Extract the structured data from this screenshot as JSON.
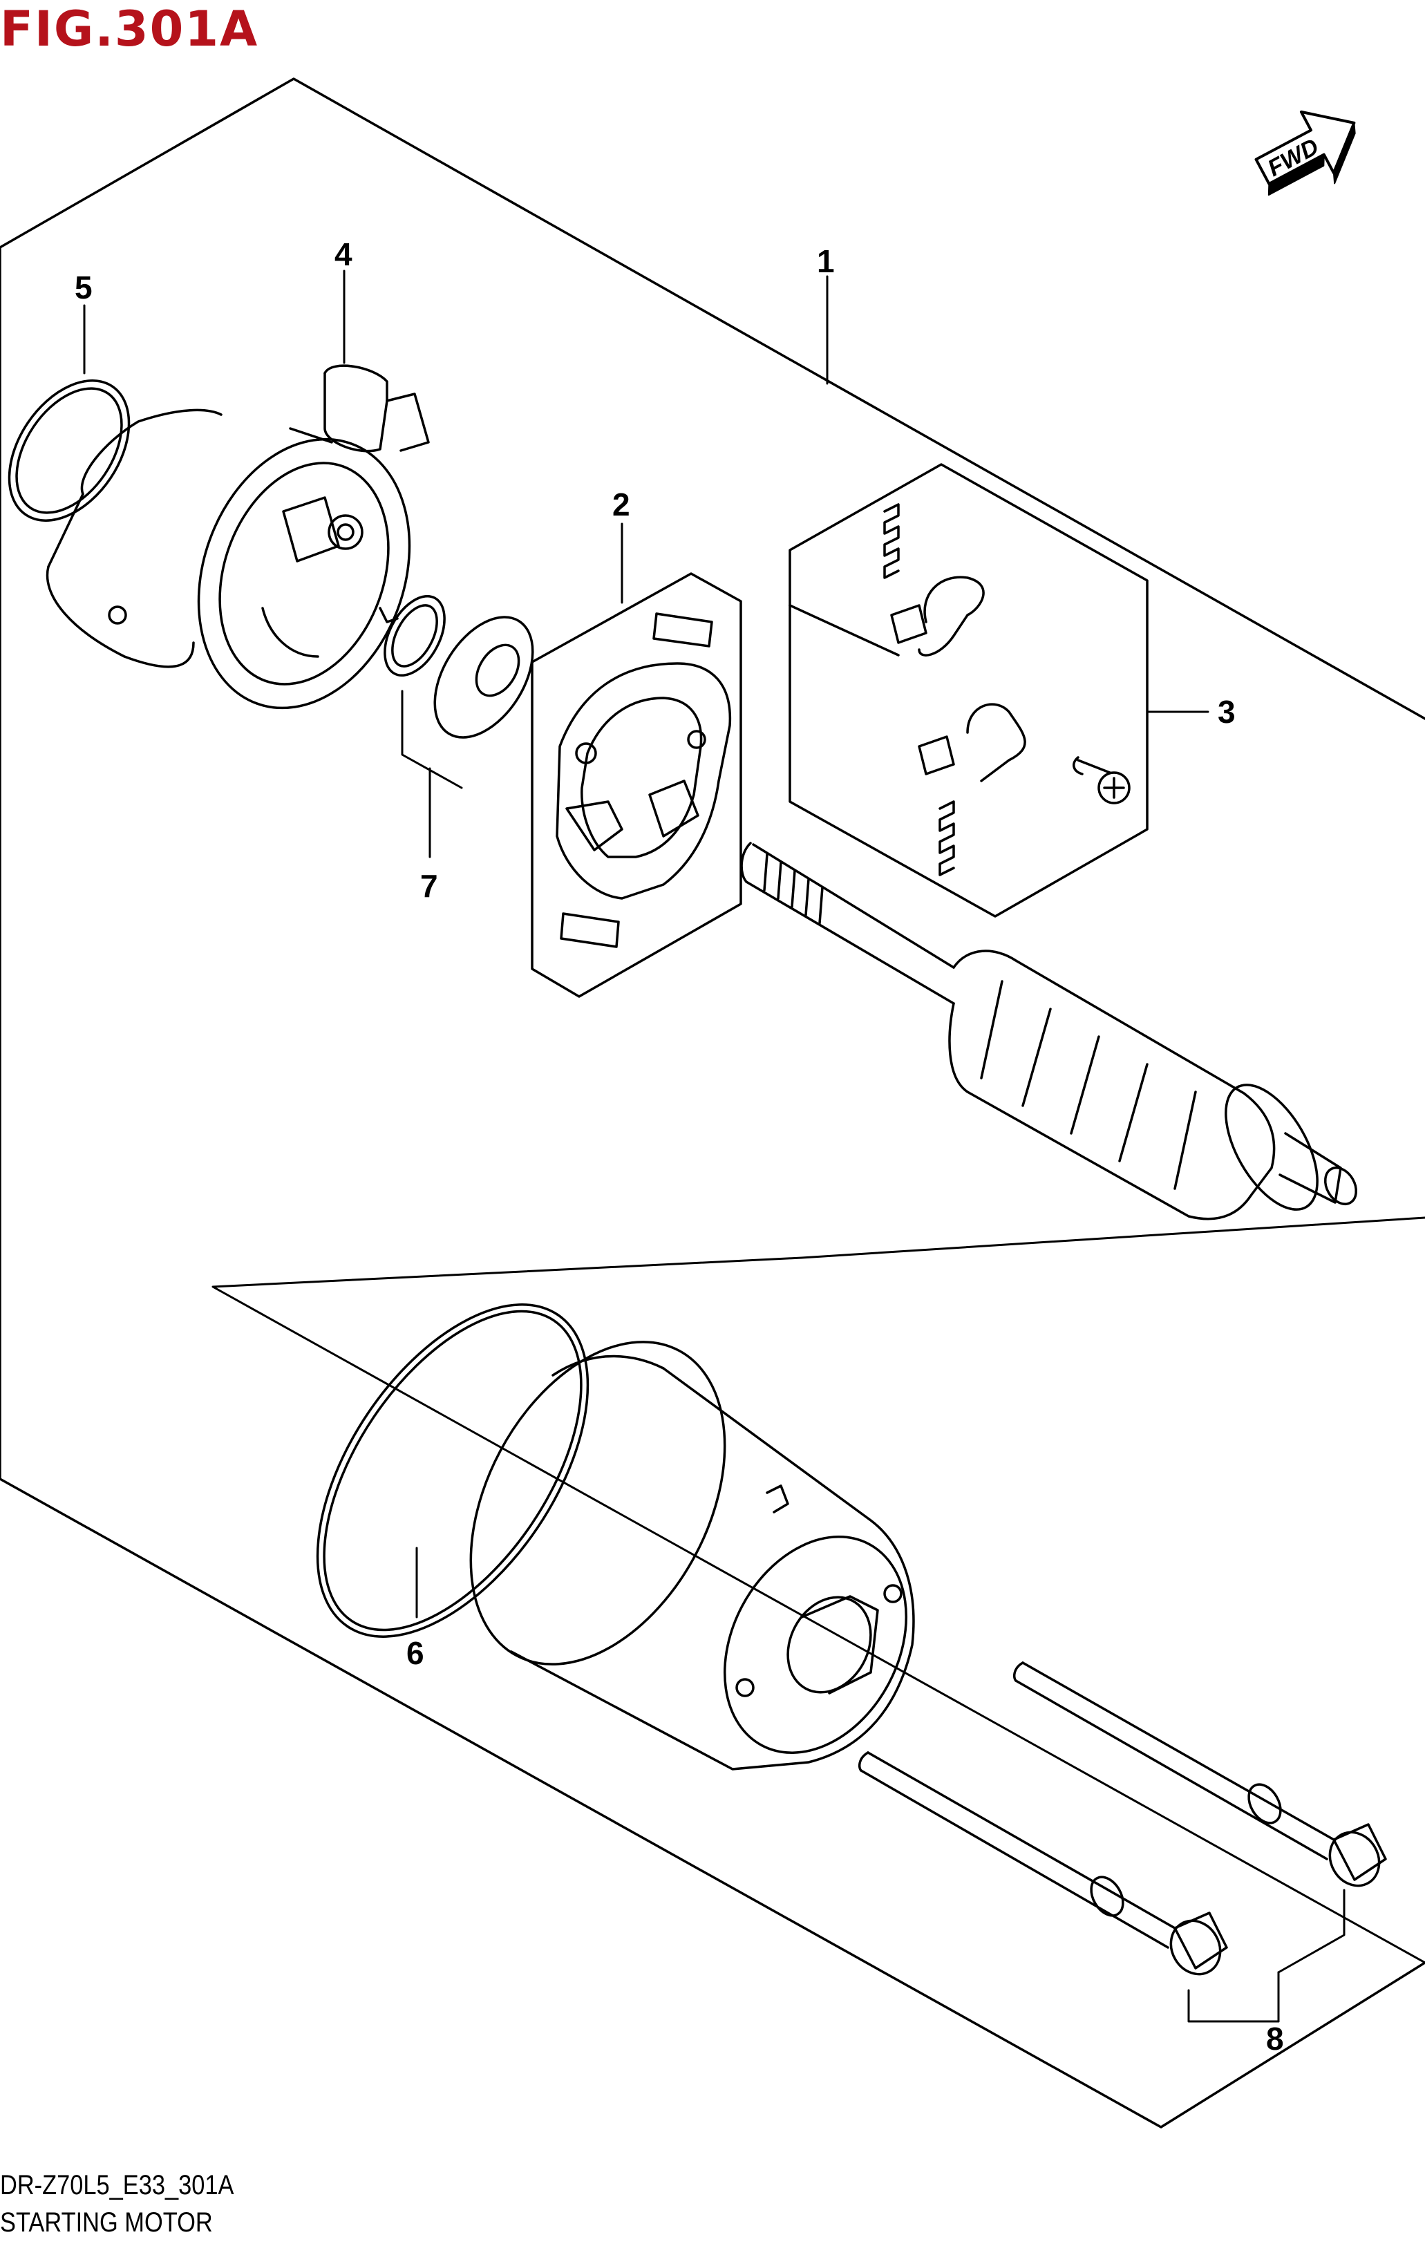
{
  "figure": {
    "title": "FIG.301A",
    "code": "DR-Z70L5_E33_301A",
    "name": "STARTING MOTOR"
  },
  "forward_indicator": "FWD",
  "callouts": [
    "1",
    "2",
    "3",
    "4",
    "5",
    "6",
    "7",
    "8"
  ],
  "colors": {
    "title": "#b5121b",
    "line": "#000000",
    "background": "#ffffff"
  }
}
